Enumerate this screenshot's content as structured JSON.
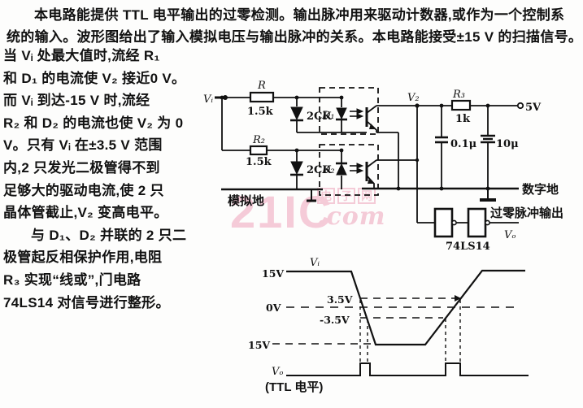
{
  "colors": {
    "ink": "#111111",
    "watermark_pink": "#eda3ba",
    "background": "#fdfdfc"
  },
  "article": {
    "para1": [
      "本电路能提供 TTL 电平输出的过零检测。输出脉冲用来驱动计数器,或作为一个控制系",
      "统的输入。波形图给出了输入模拟电压与输出脉冲的关系。本电路能接受±15 V 的扫描信号。"
    ],
    "column": [
      "当 Vᵢ 处最大值时,流经 R₁",
      "和 D₁ 的电流使 V₂ 接近0 V。",
      "而 Vᵢ 到达-15 V 时,流经",
      "R₂ 和 D₂ 的电流也使 V₂ 为 0",
      "V。只有 Vᵢ 在±3.5 V 范围",
      "内,2 只发光二极管得不到",
      "足够大的驱动电流,使 2 只",
      "晶体管截止,V₂ 变高电平。",
      "与 D₁、D₂ 并联的 2 只二",
      "极管起反相保护作用,电阻",
      "R₃ 实现“线或”,门电路",
      "74LS14 对信号进行整形。"
    ]
  },
  "circuit": {
    "vi": "Vᵢ",
    "r1": "R",
    "r1_val": "1.5k",
    "r2": "R₂",
    "r2_val": "1.5k",
    "zener1": "2CK",
    "zener2": "2CK",
    "d1": "D₁",
    "d2": "D₂",
    "v2": "V₂",
    "r3": "R₃",
    "r3_val": "1k",
    "rail": "5V",
    "c1": "0.1μ",
    "c2": "10μ",
    "analog_gnd": "模拟地",
    "digital_gnd": "数字地",
    "output_label": "过零脉冲输出",
    "vo": "Vₒ",
    "ic": "74LS14"
  },
  "waveform": {
    "vi": "Vᵢ",
    "top_level": "15V",
    "upper_threshold": "3.5V",
    "zero": "0V",
    "lower_threshold": "-3.5V",
    "bottom_level": "15V",
    "vo": "Vₒ",
    "caption": "(TTL 电平)"
  },
  "watermark": {
    "brand": "21IC",
    "suffix": ".com",
    "site": [
      "电",
      "子",
      "网"
    ]
  }
}
